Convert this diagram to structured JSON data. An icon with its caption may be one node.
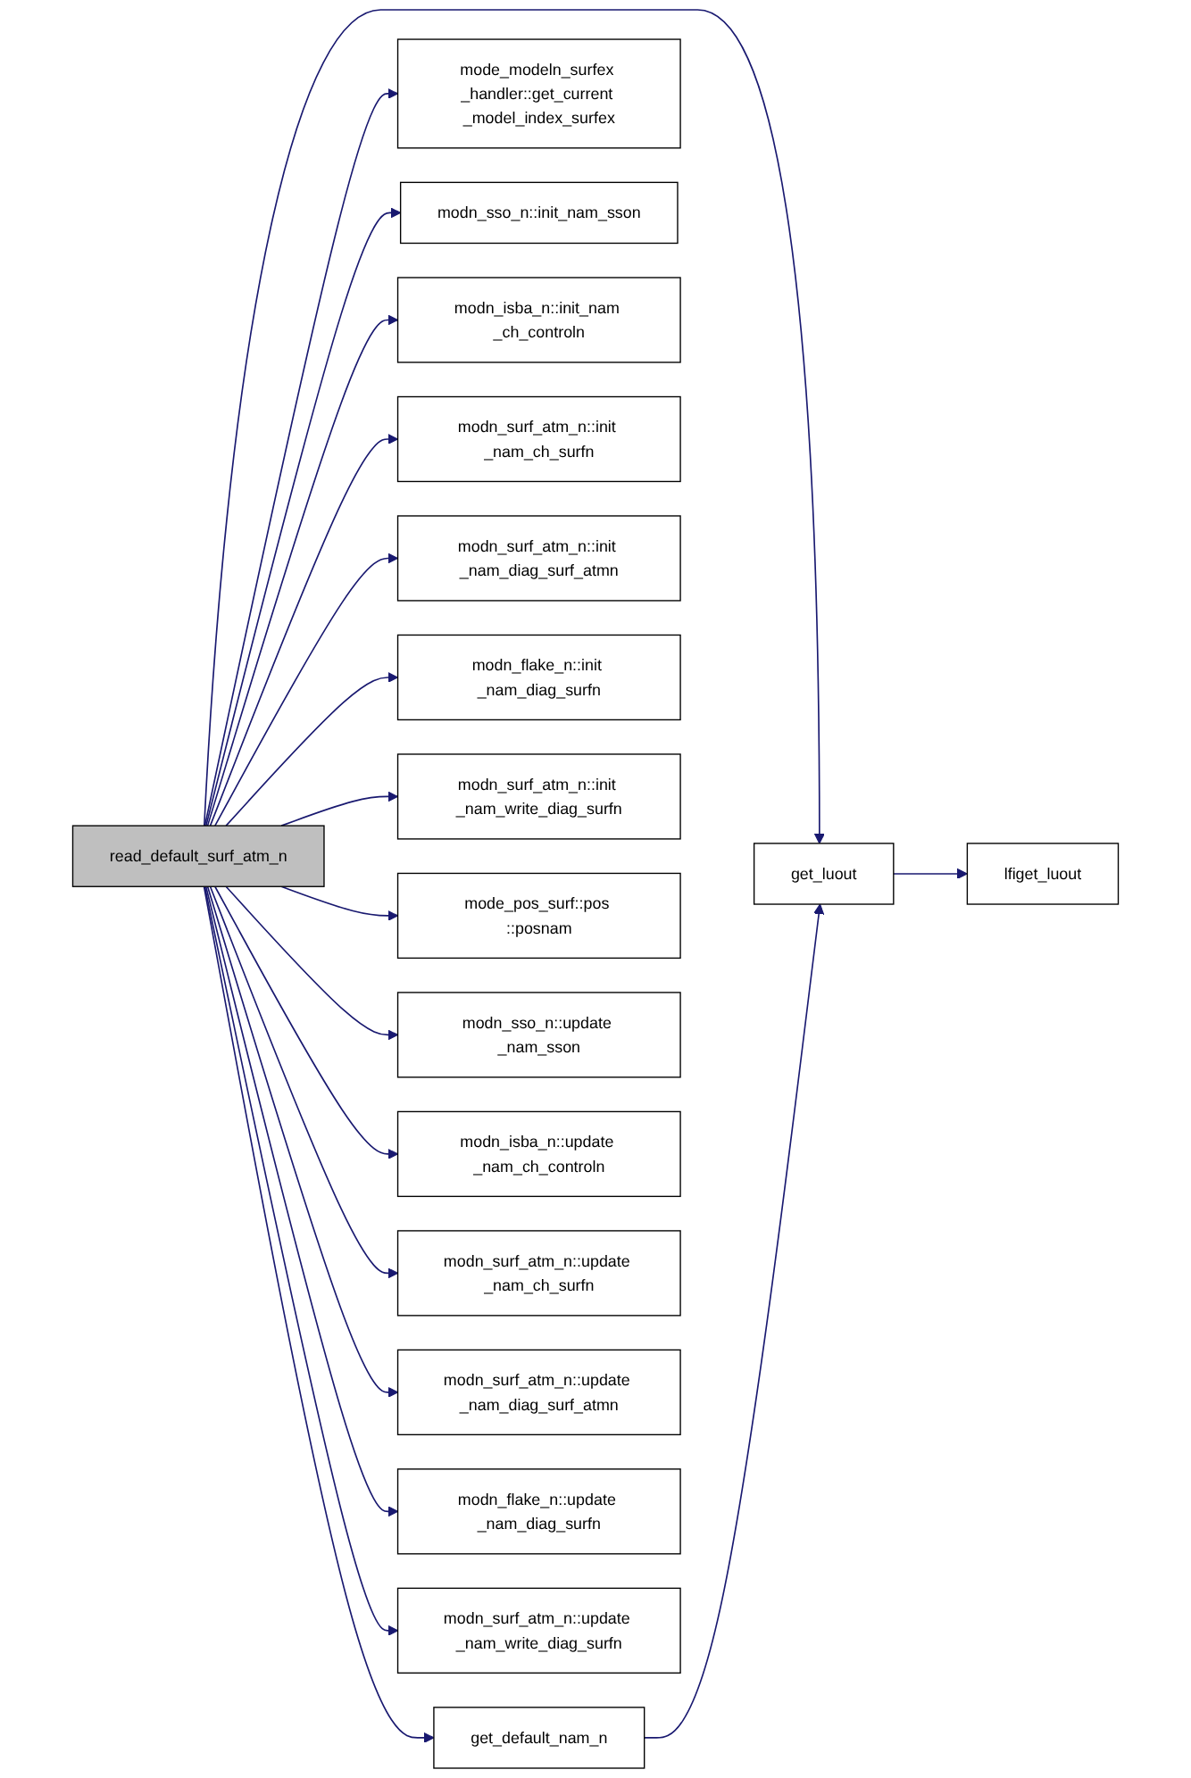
{
  "diagram": {
    "nodes": [
      {
        "text": [
          "read_default_surf_atm_n"
        ]
      },
      {
        "text": [
          "get_luout"
        ]
      },
      {
        "text": [
          "lfiget_luout"
        ]
      },
      {
        "text": [
          "get_default_nam_n"
        ]
      },
      {
        "text": [
          "mode_modeln_surfex _handler::get_current _model_index_surfex"
        ]
      },
      {
        "text": [
          "modn_sso_n::init_nam_sson"
        ]
      },
      {
        "text": [
          "modn_isba_n::init_nam _ch_controln"
        ]
      },
      {
        "text": [
          "modn_surf_atm_n::init _nam_ch_surfn"
        ]
      },
      {
        "text": [
          "modn_surf_atm_n::init _nam_diag_surf_atmn"
        ]
      },
      {
        "text": [
          "modn_flake_n::init _nam_diag_surfn"
        ]
      },
      {
        "text": [
          "modn_surf_atm_n::init _nam_write_diag_surfn"
        ]
      },
      {
        "text": [
          "mode_pos_surf::pos ::posnam"
        ]
      },
      {
        "text": [
          "modn_sso_n::update _nam_sson"
        ]
      },
      {
        "text": [
          "modn_isba_n::update _nam_ch_controln"
        ]
      },
      {
        "text": [
          "modn_surf_atm_n::update _nam_ch_surfn"
        ]
      },
      {
        "text": [
          "modn_surf_atm_n::update _nam_diag_surf_atmn"
        ]
      },
      {
        "text": [
          "modn_flake_n::update _nam_diag_surfn"
        ]
      },
      {
        "text": [
          "modn_surf_atm_n::update _nam_write_diag_surfn"
        ]
      }
    ],
    "edges": [
      {
        "from": 0,
        "to": 1,
        "arrow": "to"
      },
      {
        "from": 0,
        "to": 3,
        "arrow": "to"
      },
      {
        "from": 3,
        "to": 1,
        "arrow": "to"
      },
      {
        "from": 1,
        "to": 2,
        "arrow": "to"
      },
      {
        "from": 0,
        "to": 4,
        "arrow": "to"
      },
      {
        "from": 0,
        "to": 5,
        "arrow": "to"
      },
      {
        "from": 0,
        "to": 6,
        "arrow": "to"
      },
      {
        "from": 0,
        "to": 7,
        "arrow": "to"
      },
      {
        "from": 0,
        "to": 8,
        "arrow": "to"
      },
      {
        "from": 0,
        "to": 9,
        "arrow": "to"
      },
      {
        "from": 0,
        "to": 10,
        "arrow": "to"
      },
      {
        "from": 0,
        "to": 11,
        "arrow": "to"
      },
      {
        "from": 0,
        "to": 12,
        "arrow": "to"
      },
      {
        "from": 0,
        "to": 13,
        "arrow": "to"
      },
      {
        "from": 0,
        "to": 14,
        "arrow": "to"
      },
      {
        "from": 0,
        "to": 15,
        "arrow": "to"
      },
      {
        "from": 0,
        "to": 16,
        "arrow": "to"
      },
      {
        "from": 0,
        "to": 17,
        "arrow": "to"
      }
    ]
  }
}
